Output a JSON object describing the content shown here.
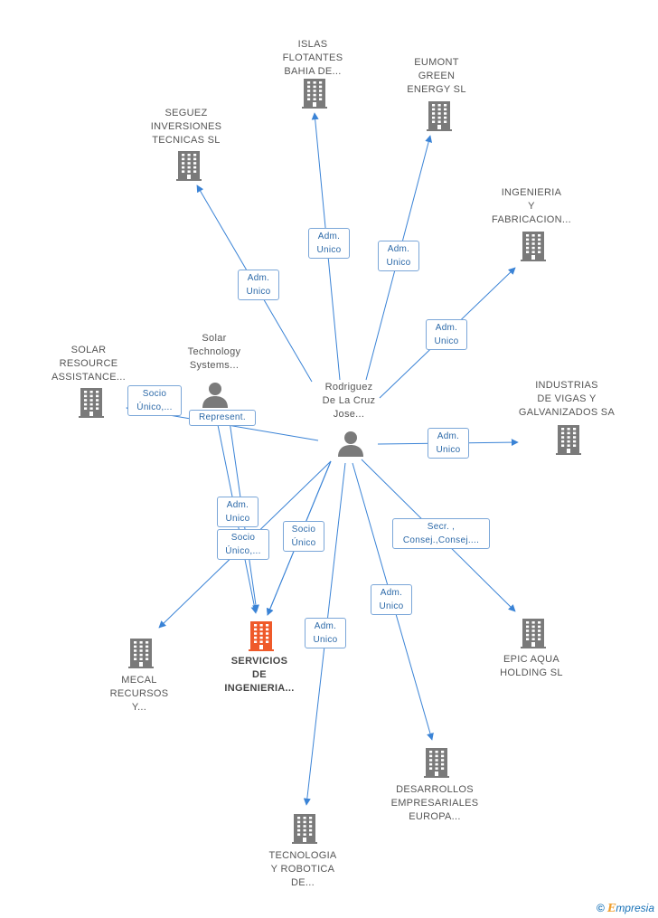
{
  "colors": {
    "edge": "#3a83d6",
    "node": "#7a7a7a",
    "focus": "#ef5a2a",
    "label_border": "#7aa6d8",
    "label_text": "#2c69a8"
  },
  "nodes": [
    {
      "id": "n_islas",
      "kind": "company",
      "lines": [
        "ISLAS",
        "FLOTANTES",
        "BAHIA DE..."
      ]
    },
    {
      "id": "n_eumont",
      "kind": "company",
      "lines": [
        "EUMONT",
        "GREEN",
        "ENERGY SL"
      ]
    },
    {
      "id": "n_seguez",
      "kind": "company",
      "lines": [
        "SEGUEZ",
        "INVERSIONES",
        "TECNICAS SL"
      ]
    },
    {
      "id": "n_ingenieria",
      "kind": "company",
      "lines": [
        "INGENIERIA",
        "Y",
        "FABRICACION..."
      ]
    },
    {
      "id": "n_solar_res",
      "kind": "company",
      "lines": [
        "SOLAR",
        "RESOURCE",
        "ASSISTANCE..."
      ]
    },
    {
      "id": "n_solar_tech",
      "kind": "person",
      "lines": [
        "Solar",
        "Technology",
        "Systems..."
      ]
    },
    {
      "id": "n_rodriguez",
      "kind": "person",
      "lines": [
        "Rodriguez",
        "De La Cruz",
        "Jose..."
      ]
    },
    {
      "id": "n_vigas",
      "kind": "company",
      "lines": [
        "INDUSTRIAS",
        "DE VIGAS Y",
        "GALVANIZADOS SA"
      ]
    },
    {
      "id": "n_mecal",
      "kind": "company",
      "lines": [
        "MECAL",
        "RECURSOS",
        "Y..."
      ]
    },
    {
      "id": "n_servicios",
      "kind": "focus",
      "lines": [
        "SERVICIOS",
        "DE",
        "INGENIERIA..."
      ]
    },
    {
      "id": "n_epic",
      "kind": "company",
      "lines": [
        "EPIC AQUA",
        "HOLDING  SL"
      ]
    },
    {
      "id": "n_desarrollos",
      "kind": "company",
      "lines": [
        "DESARROLLOS",
        "EMPRESARIALES",
        "EUROPA..."
      ]
    },
    {
      "id": "n_tecnologia",
      "kind": "company",
      "lines": [
        "TECNOLOGIA",
        "Y ROBOTICA",
        "DE..."
      ]
    }
  ],
  "edges": [
    {
      "from": "n_rodriguez",
      "to": "n_islas",
      "label": [
        "Adm.",
        "Unico"
      ]
    },
    {
      "from": "n_rodriguez",
      "to": "n_eumont",
      "label": [
        "Adm.",
        "Unico"
      ]
    },
    {
      "from": "n_rodriguez",
      "to": "n_seguez",
      "label": [
        "Adm.",
        "Unico"
      ]
    },
    {
      "from": "n_rodriguez",
      "to": "n_ingenieria",
      "label": [
        "Adm.",
        "Unico"
      ]
    },
    {
      "from": "n_rodriguez",
      "to": "n_vigas",
      "label": [
        "Adm.",
        "Unico"
      ]
    },
    {
      "from": "n_rodriguez",
      "to": "n_solar_res",
      "label": [
        "Socio",
        "Único,..."
      ]
    },
    {
      "from": "n_solar_tech",
      "to": "n_servicios",
      "label": [
        "Represent."
      ]
    },
    {
      "from": "n_solar_tech",
      "to": "n_servicios",
      "label": [
        "Socio",
        "Único"
      ]
    },
    {
      "from": "n_rodriguez",
      "to": "n_servicios",
      "label": [
        "Adm.",
        "Unico"
      ]
    },
    {
      "from": "n_rodriguez",
      "to": "n_servicios",
      "label": [
        "Socio",
        "Único,..."
      ]
    },
    {
      "from": "n_rodriguez",
      "to": "n_mecal",
      "label": []
    },
    {
      "from": "n_rodriguez",
      "to": "n_tecnologia",
      "label": [
        "Adm.",
        "Unico"
      ]
    },
    {
      "from": "n_rodriguez",
      "to": "n_desarrollos",
      "label": [
        "Adm.",
        "Unico"
      ]
    },
    {
      "from": "n_rodriguez",
      "to": "n_epic",
      "label": [
        "Secr. ,",
        "Consej.,Consej...."
      ]
    }
  ],
  "brand": {
    "symbol": "©",
    "initial": "E",
    "rest": "mpresia"
  }
}
